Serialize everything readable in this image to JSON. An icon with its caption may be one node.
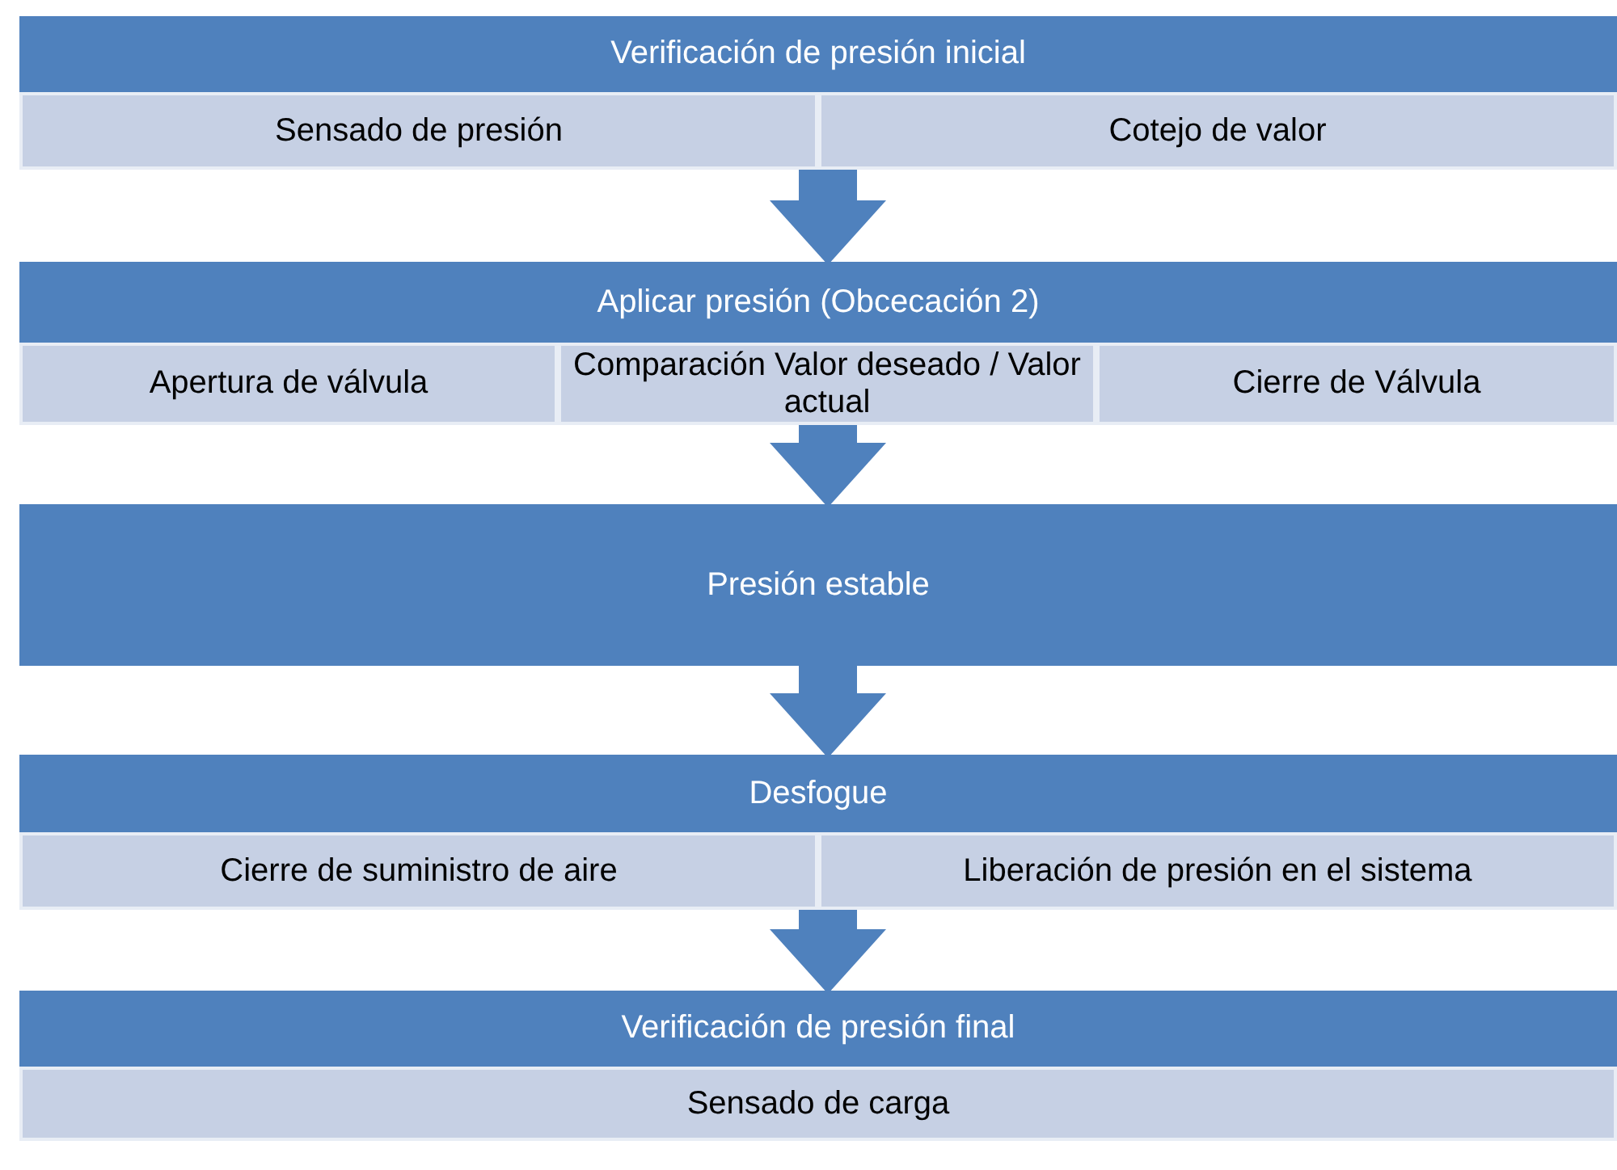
{
  "diagram": {
    "nodes": [
      {
        "text": [
          "Verificación de presión inicial"
        ]
      },
      {
        "text": [
          "Sensado de presión"
        ],
        "in": 0
      },
      {
        "text": [
          "Cotejo de valor"
        ],
        "in": 0
      },
      {
        "text": [
          "Aplicar presión (Obcecación 2)"
        ]
      },
      {
        "text": [
          "Apertura de válvula"
        ],
        "in": 3
      },
      {
        "text": [
          "Comparación Valor deseado / Valor actual"
        ],
        "in": 3
      },
      {
        "text": [
          "Cierre de  Válvula"
        ],
        "in": 3
      },
      {
        "text": [
          "Presión estable"
        ]
      },
      {
        "text": [
          "Desfogue"
        ]
      },
      {
        "text": [
          "Cierre de suministro de aire"
        ],
        "in": 8
      },
      {
        "text": [
          "Liberación de presión en el sistema"
        ],
        "in": 8
      },
      {
        "text": [
          "Verificación de presión final"
        ]
      },
      {
        "text": [
          "Sensado de carga"
        ],
        "in": 11
      }
    ],
    "edges": [
      {
        "from": 0,
        "to": 3,
        "arrow": "to"
      },
      {
        "from": 3,
        "to": 7,
        "arrow": "to"
      },
      {
        "from": 7,
        "to": 8,
        "arrow": "to"
      },
      {
        "from": 8,
        "to": 11,
        "arrow": "to"
      }
    ]
  }
}
